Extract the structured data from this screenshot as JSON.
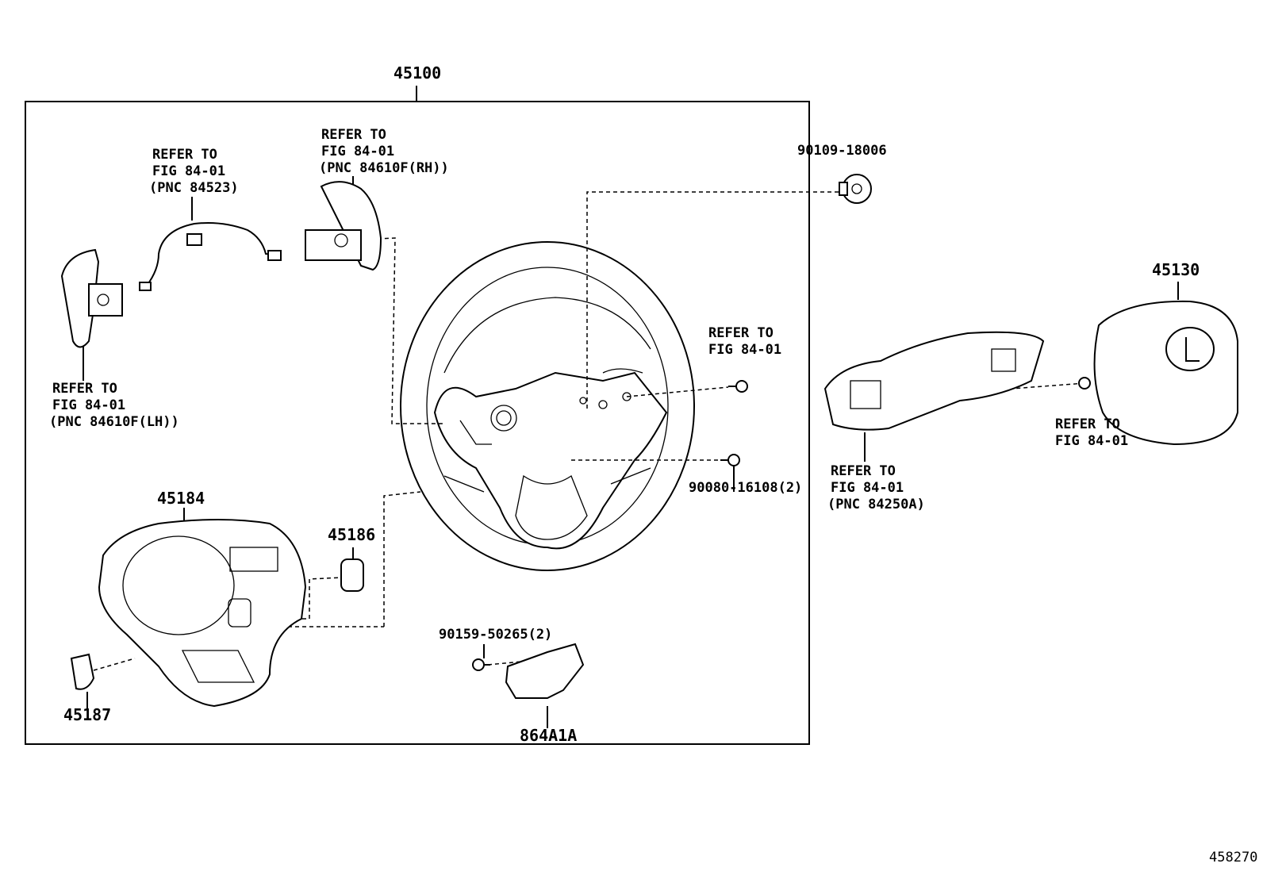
{
  "labels": {
    "assembly": "45100",
    "paddle_rh_ref": [
      "REFER TO",
      "FIG 84-01",
      "(PNC 84610F(RH))"
    ],
    "wire_ref": [
      "REFER TO",
      "FIG 84-01",
      "(PNC 84523)"
    ],
    "paddle_lh_ref": [
      "REFER TO",
      "FIG 84-01",
      "(PNC 84610F(LH))"
    ],
    "bolt_ref": [
      "REFER TO",
      "FIG 84-01"
    ],
    "screw_90080": "90080-16108(2)",
    "cover_45184": "45184",
    "cover_45186": "45186",
    "cover_45187": "45187",
    "screw_90159": "90159-50265(2)",
    "part_864a1a": "864A1A",
    "nut_90109": "90109-18006",
    "airbag_45130": "45130",
    "switch_ref": [
      "REFER TO",
      "FIG 84-01",
      "(PNC 84250A)"
    ],
    "airbag_ref": [
      "REFER TO",
      "FIG 84-01"
    ],
    "diagram_id": "458270"
  }
}
